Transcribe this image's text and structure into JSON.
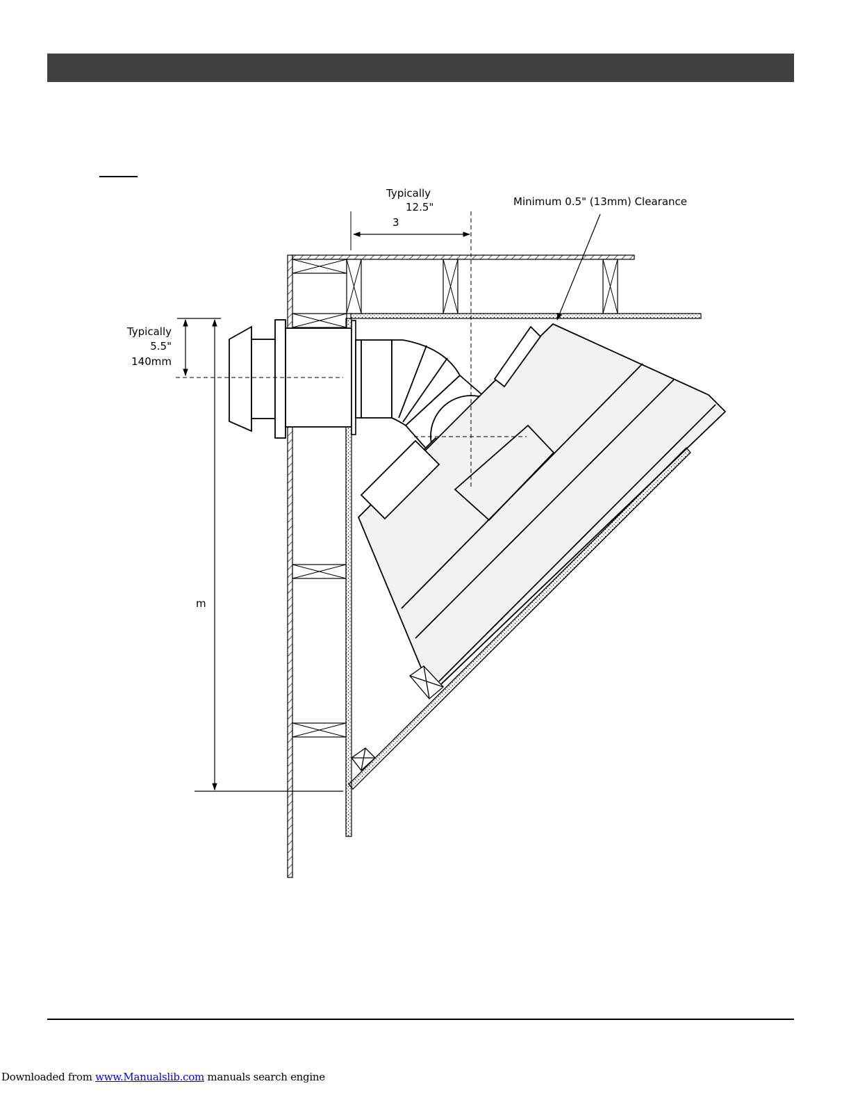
{
  "labels": {
    "top_typically": "Typically",
    "top_value": "12.5\"",
    "top_metric": "3",
    "clearance": "Minimum 0.5\" (13mm) Clearance",
    "left_typically": "Typically",
    "left_value": "5.5\"",
    "left_metric": "140mm",
    "height_metric": "m"
  },
  "footer": {
    "prefix": "Downloaded from ",
    "link": "www.Manualslib.com",
    "suffix": " manuals search engine"
  }
}
